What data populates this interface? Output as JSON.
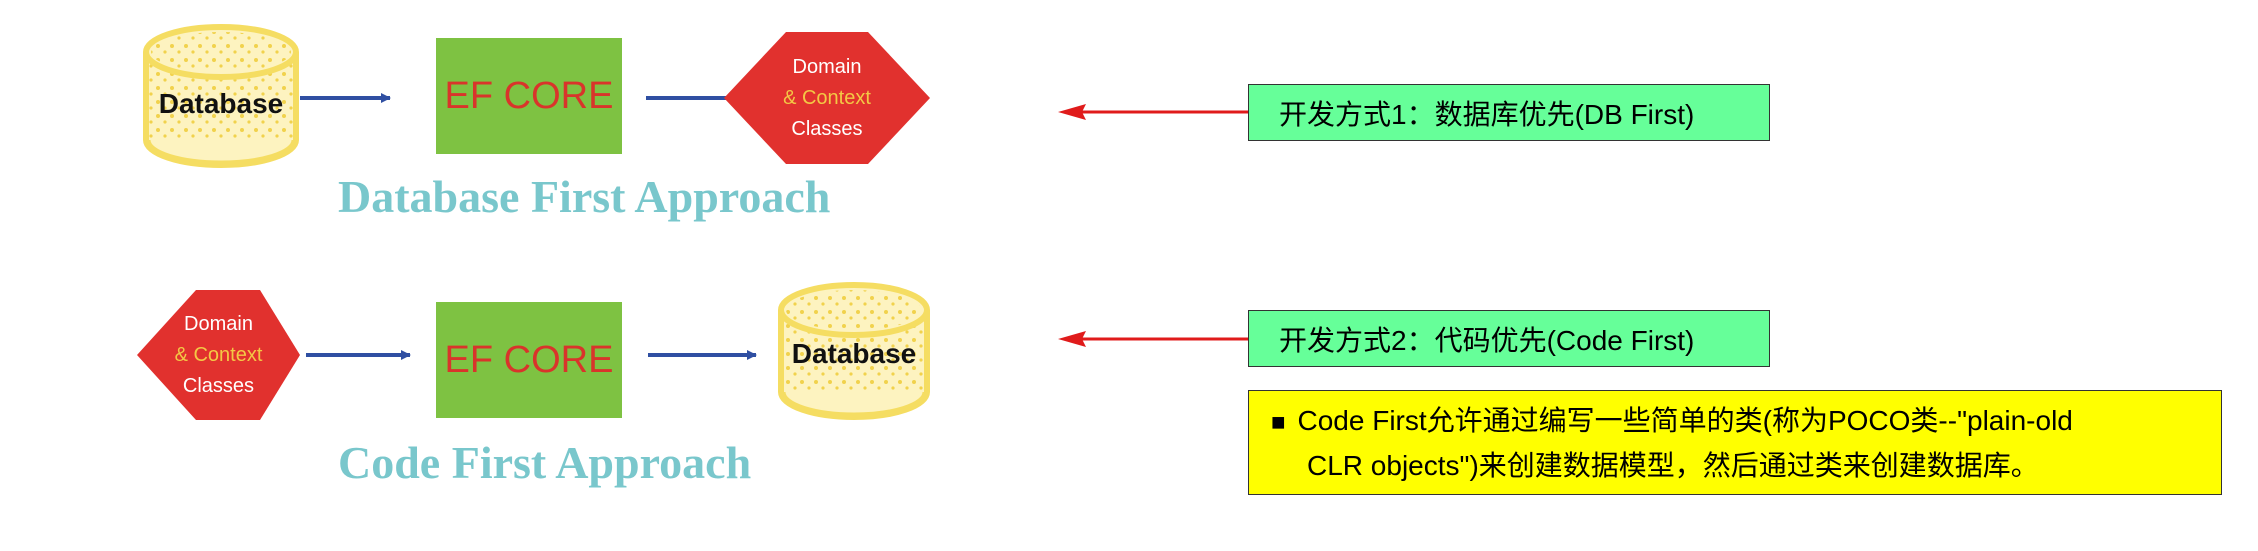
{
  "approaches": [
    {
      "title": "Database First Approach",
      "database_label": "Database",
      "ef_label": "EF CORE",
      "domain_lines": [
        "Domain",
        "& Context",
        "Classes"
      ],
      "description": "开发方式1：数据库优先(DB First)"
    },
    {
      "title": "Code First Approach",
      "database_label": "Database",
      "ef_label": "EF CORE",
      "domain_lines": [
        "Domain",
        "& Context",
        "Classes"
      ],
      "description": "开发方式2：代码优先(Code First)"
    }
  ],
  "note": {
    "bullet": "■",
    "line1": "Code First允许通过编写一些简单的类(称为POCO类--\"plain-old",
    "line2": "CLR objects\")来创建数据模型，然后通过类来创建数据库。"
  },
  "colors": {
    "db_fill": "#fdf3c0",
    "db_stroke": "#f5dd62",
    "ef_fill": "#7ec242",
    "ef_text": "#d9342b",
    "hex_fill": "#e1312e",
    "flow_arrow": "#2f4fa2",
    "pointer_arrow": "#e01b1b",
    "title": "#79c7cc",
    "label_bg": "#66ff99",
    "note_bg": "#ffff00"
  }
}
